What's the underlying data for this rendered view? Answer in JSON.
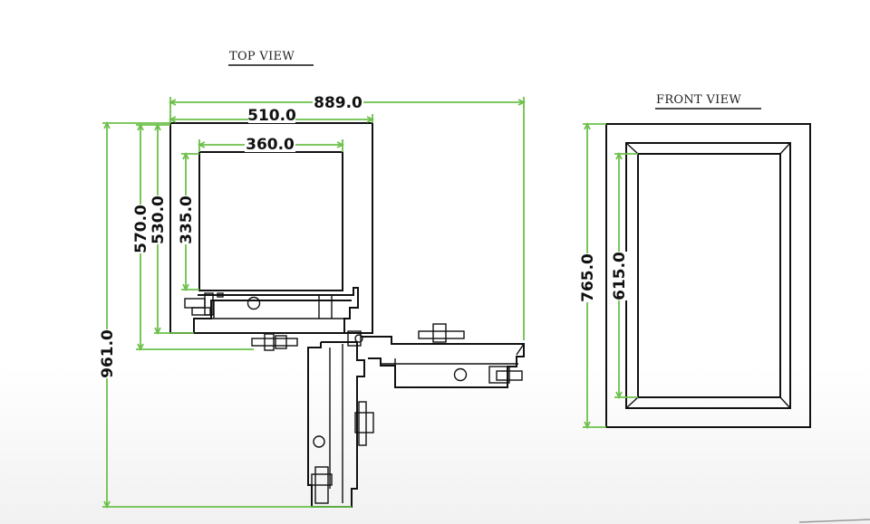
{
  "views": {
    "top_title": "TOP VIEW",
    "front_title": "FRONT VIEW"
  },
  "dimensions": {
    "overall_width": "889.0",
    "body_width": "510.0",
    "inner_width": "360.0",
    "depth_570": "570.0",
    "depth_530": "530.0",
    "inner_depth": "335.0",
    "overall_depth": "961.0",
    "front_height": "765.0",
    "front_inner_height": "615.0"
  },
  "colors": {
    "dimension_line": "#6cc04a",
    "outline": "#111111"
  }
}
